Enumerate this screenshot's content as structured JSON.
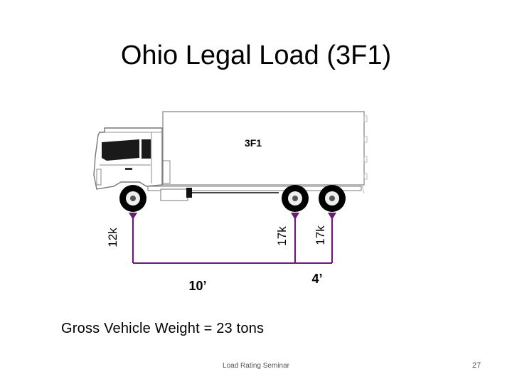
{
  "title": "Ohio Legal Load (3F1)",
  "truck": {
    "label": "3F1",
    "axle_loads": [
      "12k",
      "17k",
      "17k"
    ],
    "spacings": [
      "10’",
      "4’"
    ]
  },
  "colors": {
    "axle_line": "#6b1a7a",
    "truck_outline": "#8a8a8a",
    "wheel": "#000000"
  },
  "gross_weight": "Gross Vehicle Weight = 23 tons",
  "footer": "Load Rating Seminar",
  "page_number": "27"
}
